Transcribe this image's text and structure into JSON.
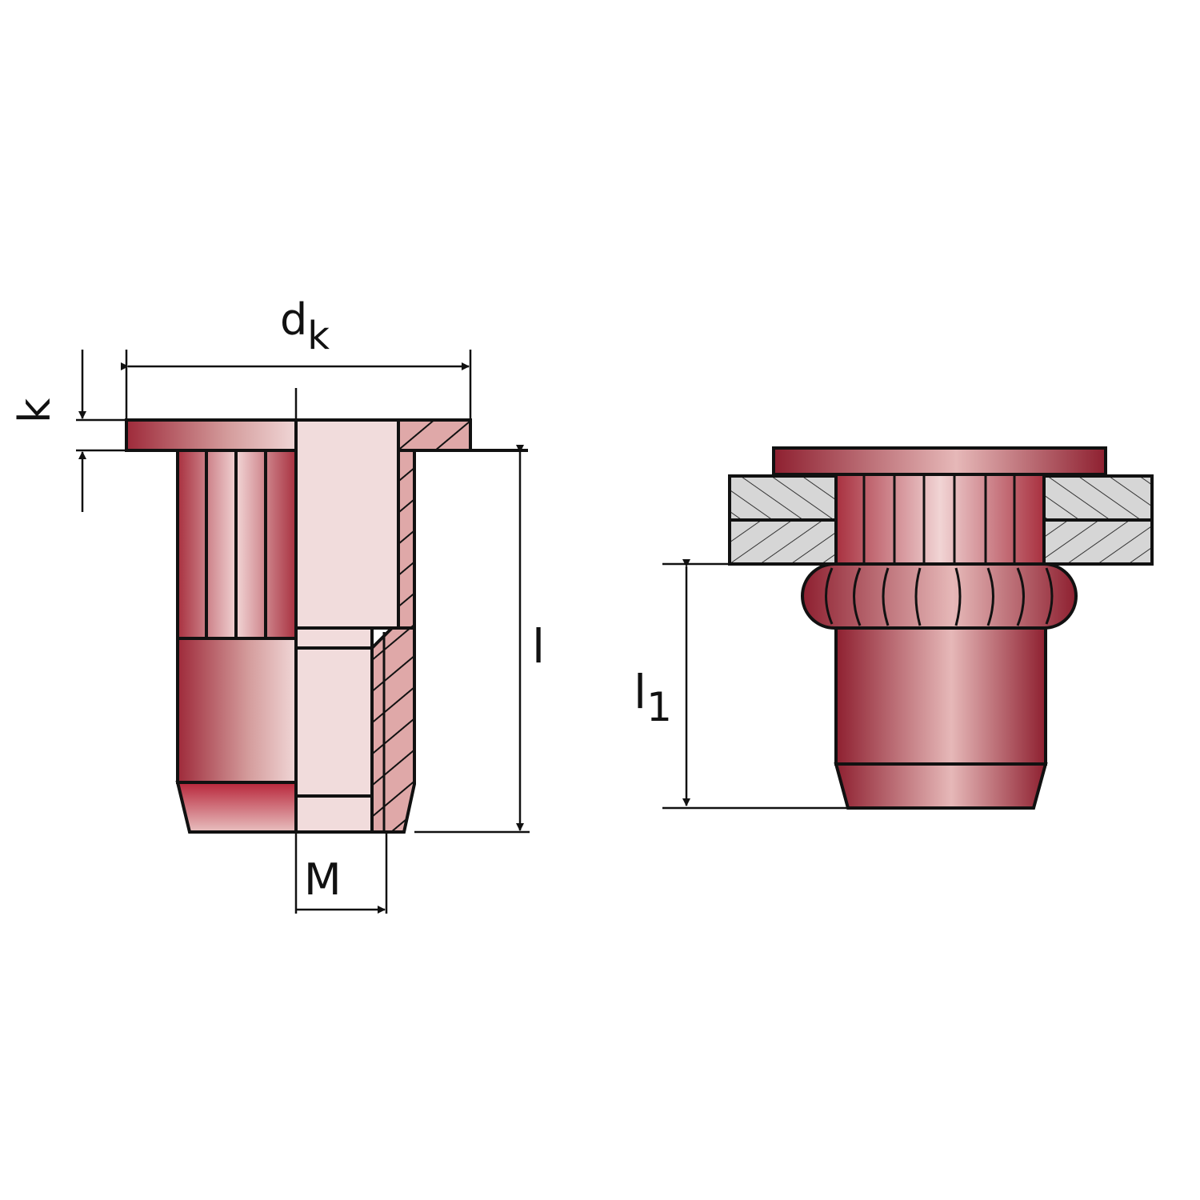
{
  "labels": {
    "dk_main": "d",
    "dk_sub": "k",
    "k": "k",
    "l": "l",
    "l1_main": "l",
    "l1_sub": "1",
    "M": "M"
  },
  "colors": {
    "body_dark": "#9e2a3a",
    "body_light": "#e9c4c4",
    "section_fill": "#f1dcdc",
    "sheet_grey": "#d4d4d4",
    "line": "#111111"
  }
}
